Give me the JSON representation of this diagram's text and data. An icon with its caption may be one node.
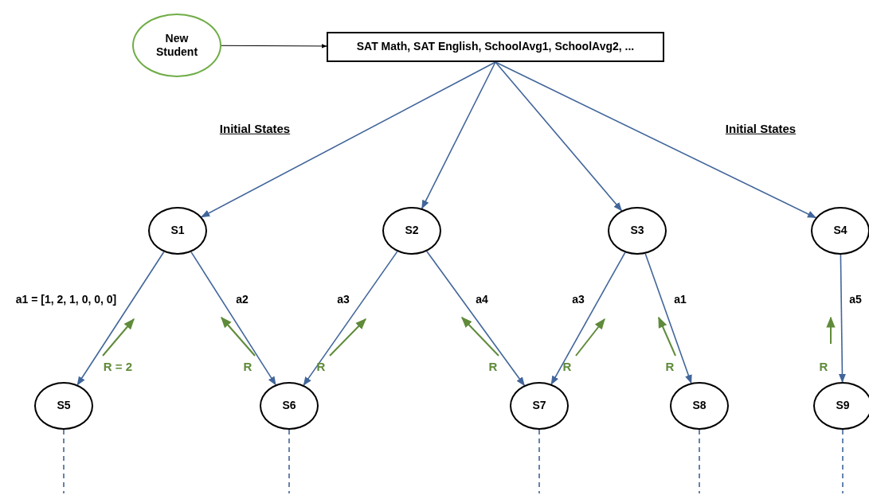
{
  "diagram": {
    "nodes": [
      {
        "text": [
          "New Student"
        ]
      },
      {
        "text": [
          "SAT Math, SAT English, SchoolAvg1, SchoolAvg2, ..."
        ]
      },
      {
        "text": [
          "S1"
        ]
      },
      {
        "text": [
          "S2"
        ]
      },
      {
        "text": [
          "S3"
        ]
      },
      {
        "text": [
          "S4"
        ]
      },
      {
        "text": [
          "S5"
        ]
      },
      {
        "text": [
          "S6"
        ]
      },
      {
        "text": [
          "S7"
        ]
      },
      {
        "text": [
          "S8"
        ]
      },
      {
        "text": [
          "S9"
        ]
      }
    ],
    "edges": [
      {
        "from": 0,
        "to": 1,
        "arrow": "to",
        "color": "#000000"
      },
      {
        "from": 1,
        "to": 2,
        "arrow": "to"
      },
      {
        "from": 1,
        "to": 3,
        "arrow": "to"
      },
      {
        "from": 1,
        "to": 4,
        "arrow": "to"
      },
      {
        "from": 1,
        "to": 5,
        "arrow": "to"
      },
      {
        "from": 2,
        "to": 6,
        "arrow": "to",
        "label": "a1 = [1, 2, 1, 0, 0, 0]"
      },
      {
        "from": 2,
        "to": 7,
        "arrow": "to",
        "label": "a2"
      },
      {
        "from": 3,
        "to": 7,
        "arrow": "to",
        "label": "a3"
      },
      {
        "from": 3,
        "to": 8,
        "arrow": "to",
        "label": "a4"
      },
      {
        "from": 4,
        "to": 8,
        "arrow": "to",
        "label": "a3"
      },
      {
        "from": 4,
        "to": 9,
        "arrow": "to",
        "label": "a1"
      },
      {
        "from": 5,
        "to": 10,
        "arrow": "to",
        "label": "a5"
      },
      {
        "from": 6,
        "to": null,
        "arrow": "none",
        "style": "dashed"
      },
      {
        "from": 7,
        "to": null,
        "arrow": "none",
        "style": "dashed"
      },
      {
        "from": 8,
        "to": null,
        "arrow": "none",
        "style": "dashed"
      },
      {
        "from": 9,
        "to": null,
        "arrow": "none",
        "style": "dashed"
      },
      {
        "from": 10,
        "to": null,
        "arrow": "none",
        "style": "dashed"
      }
    ],
    "labels": [
      "Initial States",
      "Initial States",
      "R = 2",
      "R",
      "R",
      "R",
      "R",
      "R",
      "R"
    ]
  }
}
